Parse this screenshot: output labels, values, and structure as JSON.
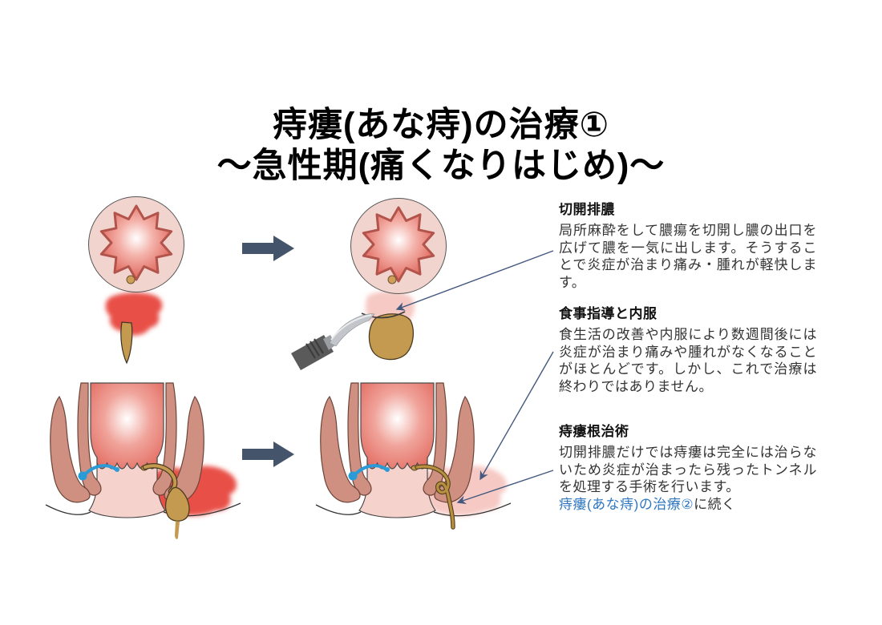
{
  "title": {
    "line1": "痔瘻(あな痔)の治療①",
    "line2": "～急性期(痛くなりはじめ)～"
  },
  "annotations": [
    {
      "heading": "切開排膿",
      "body": "局所麻酔をして膿瘍を切開し膿の出口を広げて膿を一気に出します。そうすることで炎症が治まり痛み・腫れが軽快します。"
    },
    {
      "heading": "食事指導と内服",
      "body": "食生活の改善や内服により数週間後には炎症が治まり痛みや腫れがなくなることがほとんどです。しかし、これで治療は終わりではありません。"
    },
    {
      "heading": "痔瘻根治術",
      "body": "切開排膿だけでは痔瘻は完全には治らないため炎症が治まったら残ったトンネルを処理する手術を行います。",
      "link_text": "痔瘻(あな痔)の治療②",
      "link_suffix": "に続く"
    }
  ],
  "colors": {
    "flow_arrow": "#44546a",
    "leader": "#44587e",
    "link_blue": "#2e77c0",
    "abscess_red": "#e85046",
    "healed_pink": "#f6c9c4",
    "pus_tan": "#c49a50",
    "tissue_pink": "#f2d4ce",
    "mucosa_red": "#e2685e",
    "muscle_rose": "#cf9082",
    "gland_blue": "#2b9bd7"
  }
}
